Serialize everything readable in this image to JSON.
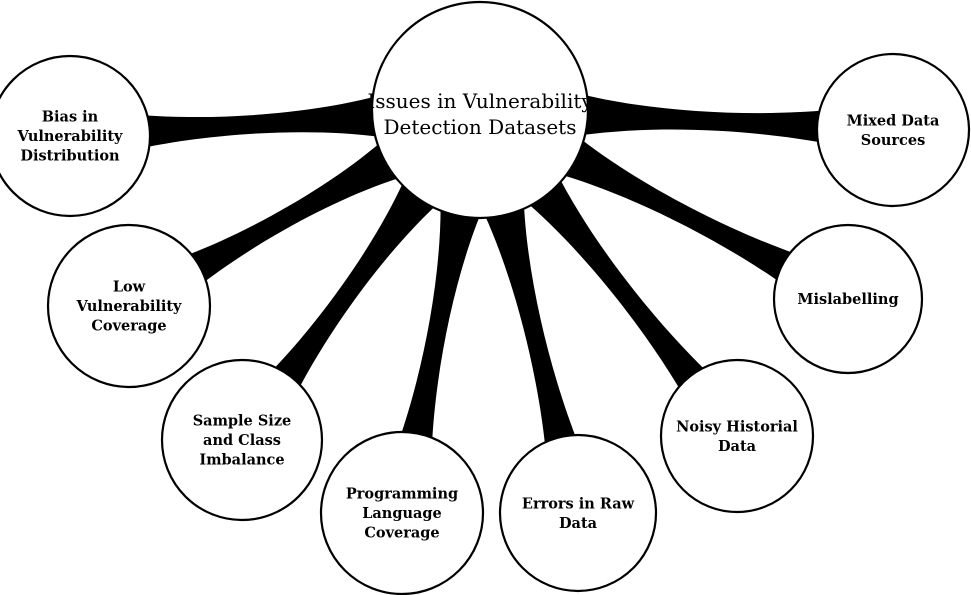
{
  "center": {
    "lines": [
      "Issues in Vulnerability",
      "Detection Datasets"
    ]
  },
  "issues": [
    {
      "id": "bias",
      "lines": [
        "Bias in",
        "Vulnerability",
        "Distribution"
      ]
    },
    {
      "id": "low-coverage",
      "lines": [
        "Low",
        "Vulnerability",
        "Coverage"
      ]
    },
    {
      "id": "sample-size",
      "lines": [
        "Sample Size",
        "and Class",
        "Imbalance"
      ]
    },
    {
      "id": "language",
      "lines": [
        "Programming",
        "Language",
        "Coverage"
      ]
    },
    {
      "id": "errors",
      "lines": [
        "Errors in Raw",
        "Data"
      ]
    },
    {
      "id": "noisy",
      "lines": [
        "Noisy Historial",
        "Data"
      ]
    },
    {
      "id": "mislabelling",
      "lines": [
        "Mislabelling"
      ]
    },
    {
      "id": "mixed",
      "lines": [
        "Mixed Data",
        "Sources"
      ]
    }
  ],
  "colors": {
    "stroke": "#000000",
    "fill": "#ffffff",
    "connector": "#000000"
  }
}
